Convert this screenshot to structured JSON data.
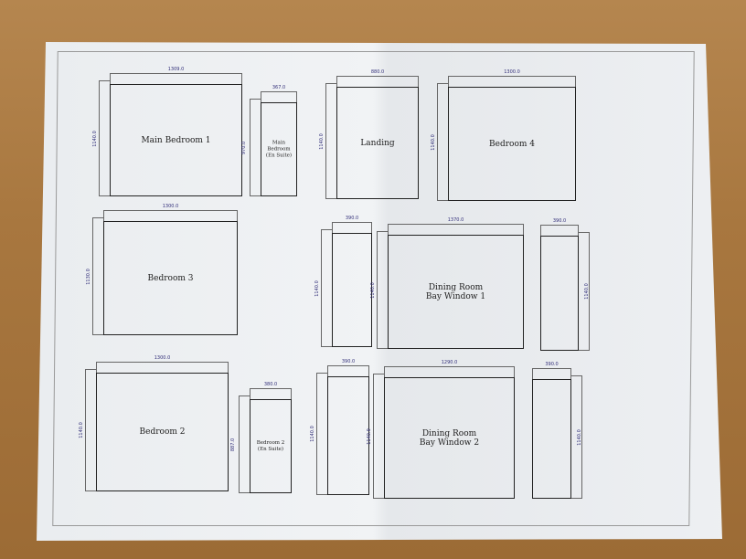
{
  "windows": [
    {
      "name": "Main Bedroom 1",
      "width": "1309.0",
      "height": "1140.0"
    },
    {
      "name": "Main Bedroom\n(En Suite)",
      "width": "367.0",
      "height": "970.0"
    },
    {
      "name": "Landing",
      "width": "880.0",
      "height": "1140.0"
    },
    {
      "name": "Bedroom 4",
      "width": "1300.0",
      "height": "1140.0"
    },
    {
      "name": "Bedroom 3",
      "width": "1300.0",
      "height": "1130.0"
    },
    {
      "name": "",
      "width": "390.0",
      "height": "1140.0"
    },
    {
      "name": "Dining Room\nBay Window 1",
      "width": "1370.0",
      "height": "1140.0"
    },
    {
      "name": "",
      "width": "390.0",
      "height": "1140.0"
    },
    {
      "name": "Bedroom 2",
      "width": "1300.0",
      "height": "1140.0"
    },
    {
      "name": "Bedroom 2\n(En Suite)",
      "width": "380.0",
      "height": "887.0"
    },
    {
      "name": "",
      "width": "390.0",
      "height": "1140.0"
    },
    {
      "name": "Dining Room\nBay Window 2",
      "width": "1290.0",
      "height": "1140.0"
    },
    {
      "name": "",
      "width": "390.0",
      "height": "1140.0"
    }
  ]
}
